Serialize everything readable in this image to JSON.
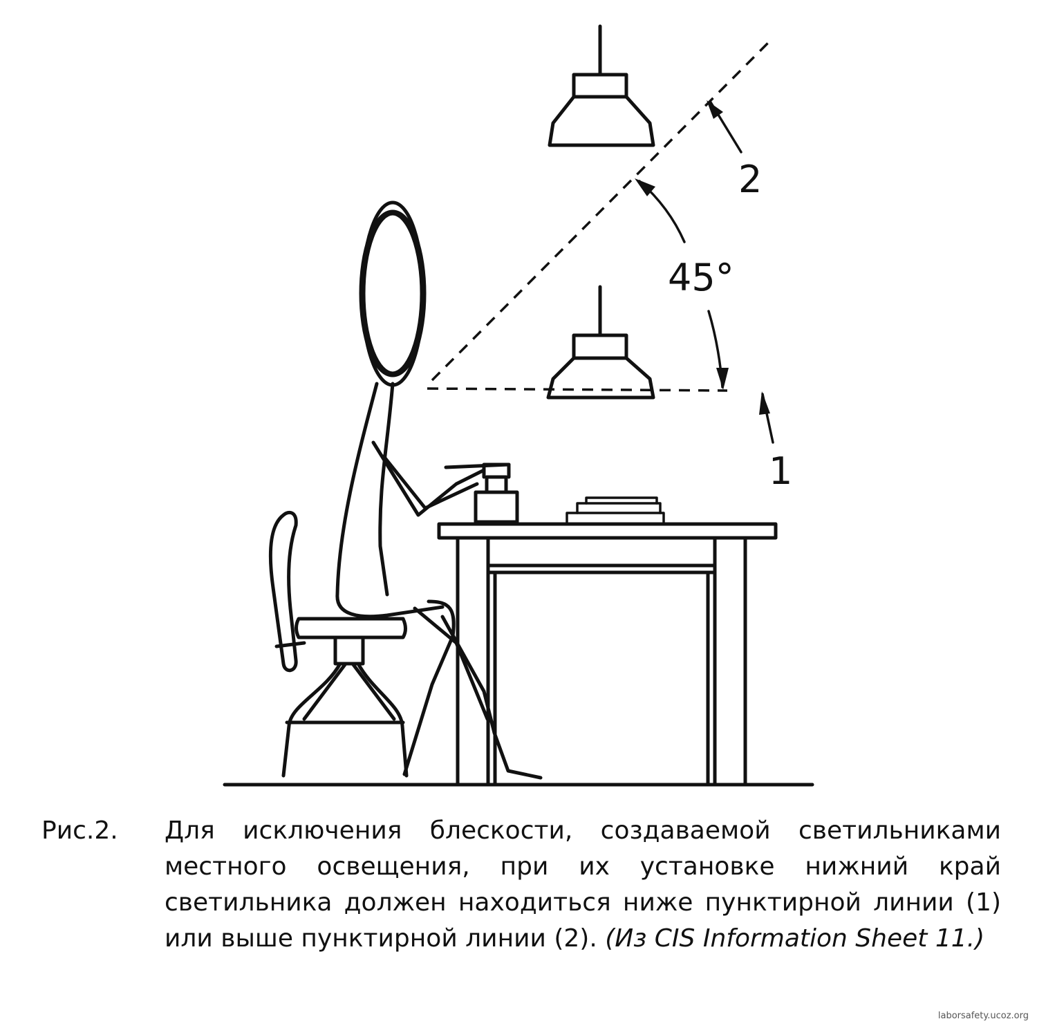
{
  "labels": {
    "line_2": "2",
    "angle": "45°",
    "line_1": "1"
  },
  "caption": {
    "figure": "Рис.2.",
    "text": "Для исключения блескости, создаваемой светильниками местного освещения, при их установке нижний край светильника должен находиться ниже пунктирной линии (1) или выше пунктирной линии (2).",
    "source": "(Из CIS Information Sheet 11.)"
  },
  "watermark": "laborsafety.ucoz.org"
}
